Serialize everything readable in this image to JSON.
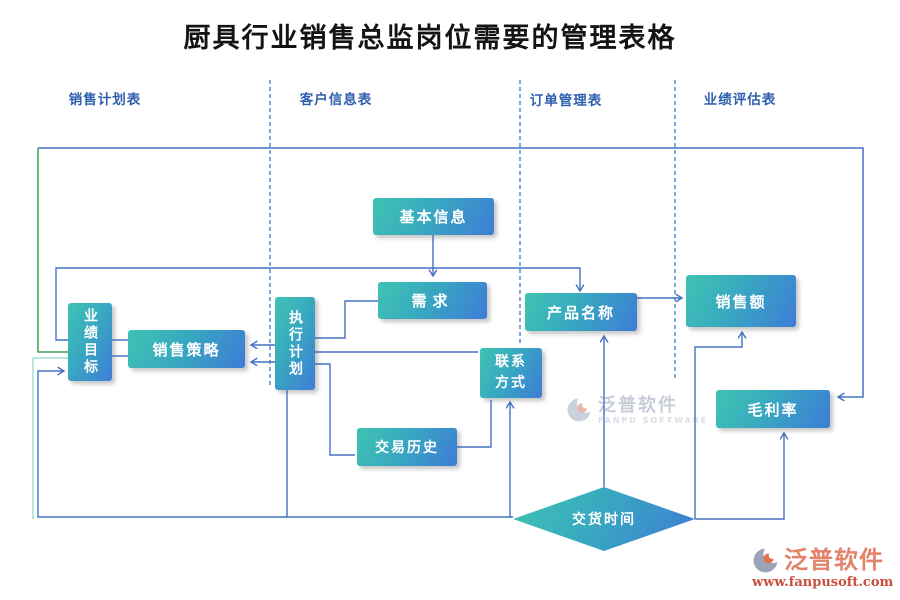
{
  "title": "厨具行业销售总监岗位需要的管理表格",
  "columns": [
    {
      "label": "销售计划表"
    },
    {
      "label": "客户信息表"
    },
    {
      "label": "订单管理表"
    },
    {
      "label": "业绩评估表"
    }
  ],
  "nodes": {
    "basic_info": "基本信息",
    "demand": "需求",
    "product_name": "产品名称",
    "sales_amount": "销售额",
    "performance_target": "业绩目标",
    "sales_strategy": "销售策略",
    "execution_plan": "执行计划",
    "contact_info": "联系方式",
    "transaction_history": "交易历史",
    "gross_margin": "毛利率",
    "delivery_time": "交货时间"
  },
  "watermarks": {
    "center": {
      "brand": "泛普软件",
      "subtitle": "FANPU SOFTWARE"
    },
    "corner": {
      "brand": "泛普软件",
      "url": "www.fanpusoft.com"
    }
  },
  "colors": {
    "node_gradient_start": "#3fc3b2",
    "node_gradient_end": "#3e7cd6",
    "connector_blue": "#4472c4",
    "connector_green": "#3fa052",
    "connector_teal": "#a5dbd5",
    "header_text": "#2e5fae",
    "title_text": "#141414",
    "brand_salmon": "#e2836a",
    "brand_red": "#c94f3d"
  }
}
